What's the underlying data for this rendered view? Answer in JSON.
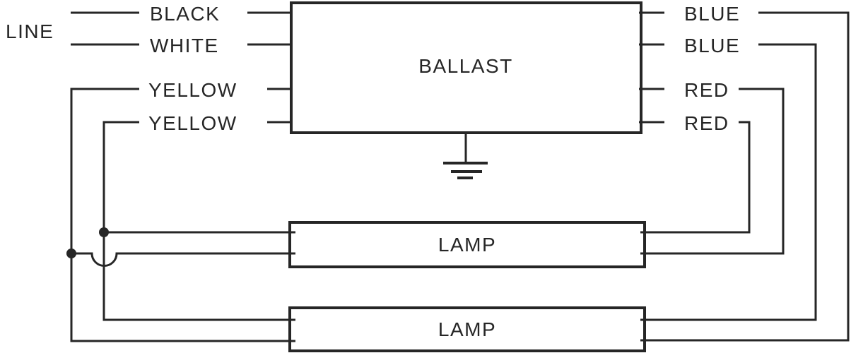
{
  "diagram": {
    "kind": "ballast-wiring-diagram",
    "line_label": "LINE",
    "ballast_label": "BALLAST",
    "input_wires": [
      {
        "label": "BLACK"
      },
      {
        "label": "WHITE"
      },
      {
        "label": "YELLOW"
      },
      {
        "label": "YELLOW"
      }
    ],
    "output_wires": [
      {
        "label": "BLUE"
      },
      {
        "label": "BLUE"
      },
      {
        "label": "RED"
      },
      {
        "label": "RED"
      }
    ],
    "lamps": [
      {
        "label": "LAMP"
      },
      {
        "label": "LAMP"
      }
    ],
    "colors": {
      "wire": "#262626",
      "background": "#ffffff"
    }
  }
}
